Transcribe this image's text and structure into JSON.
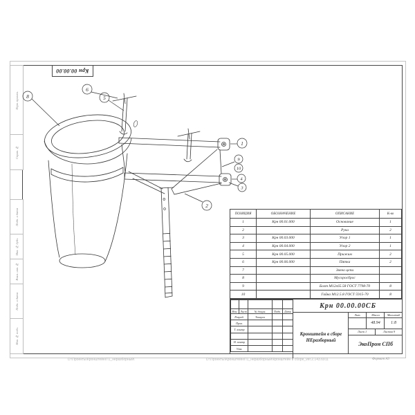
{
  "corner_stamp": "Крн 00.00.00",
  "margins": {
    "top": [
      "Перв. примен.",
      "Справ. №"
    ],
    "bottom": [
      "Подп. и дата",
      "Инв. № дубл.",
      "Взам. инв. №",
      "Подп. и дата",
      "Инв. № подл."
    ]
  },
  "drawing": {
    "balloons": [
      "8",
      "6",
      "5",
      "1",
      "9",
      "10",
      "4",
      "3",
      "2"
    ]
  },
  "parts_table": {
    "headers": [
      "ПОЗИЦИЯ",
      "ОБОЗНАЧЕНИЕ",
      "ОПИСАНИЕ",
      "К-во"
    ],
    "rows": [
      {
        "pos": "1",
        "code": "Крн 00.01.000",
        "desc": "Основание",
        "qty": "1"
      },
      {
        "pos": "2",
        "code": "",
        "desc": "Рука",
        "qty": "2"
      },
      {
        "pos": "3",
        "code": "Крн 00.03.000",
        "desc": "Упор 1",
        "qty": "1"
      },
      {
        "pos": "4",
        "code": "Крн 00.04.000",
        "desc": "Упор 2",
        "qty": "1"
      },
      {
        "pos": "5",
        "code": "Крн 00.05.000",
        "desc": "Прижим",
        "qty": "2"
      },
      {
        "pos": "6",
        "code": "Крн 00.06.000",
        "desc": "Пятка",
        "qty": "2"
      },
      {
        "pos": "7",
        "code": "",
        "desc": "Звено цепи",
        "qty": ""
      },
      {
        "pos": "8",
        "code": "",
        "desc": "Мусоросброс",
        "qty": ""
      },
      {
        "pos": "9",
        "code": "",
        "desc": "Болт М12х65.58 ГОСТ 7798-70",
        "qty": "8"
      },
      {
        "pos": "10",
        "code": "",
        "desc": "Гайка М12.5.8 ГОСТ 5915-70",
        "qty": "8"
      }
    ]
  },
  "title_block": {
    "doc_number": "Крн 00.00.00СБ",
    "product_title_1": "Кронштейн в сборе",
    "product_title_2": "НЕразборный",
    "columns": [
      "Изм.",
      "Лист",
      "№ докум.",
      "Подп.",
      "Дата"
    ],
    "roles": [
      {
        "label": "Разраб.",
        "name": "Токарев"
      },
      {
        "label": "Пров.",
        "name": ""
      },
      {
        "label": "Т. контр",
        "name": ""
      },
      {
        "label": "",
        "name": ""
      },
      {
        "label": "Н. контр",
        "name": ""
      },
      {
        "label": "Утв.",
        "name": ""
      }
    ],
    "lit_label": "Лит.",
    "mass_label": "Масса",
    "scale_label": "Масштаб",
    "mass_value": "48.94",
    "scale_value": "1:8",
    "sheet_text": "Лист 1",
    "sheets_text": "Листов 9",
    "company": "ЭкоПром СПб"
  },
  "footer": {
    "path_left": "D:\\Проекты\\Кронштейн\\П1_неразборный\\",
    "path_right": "D:\\Проекты\\Кронштейн\\П1_неразборный\\Кронштейн в сборе_ver.2.143.6911",
    "format_label": "Формат A3"
  }
}
